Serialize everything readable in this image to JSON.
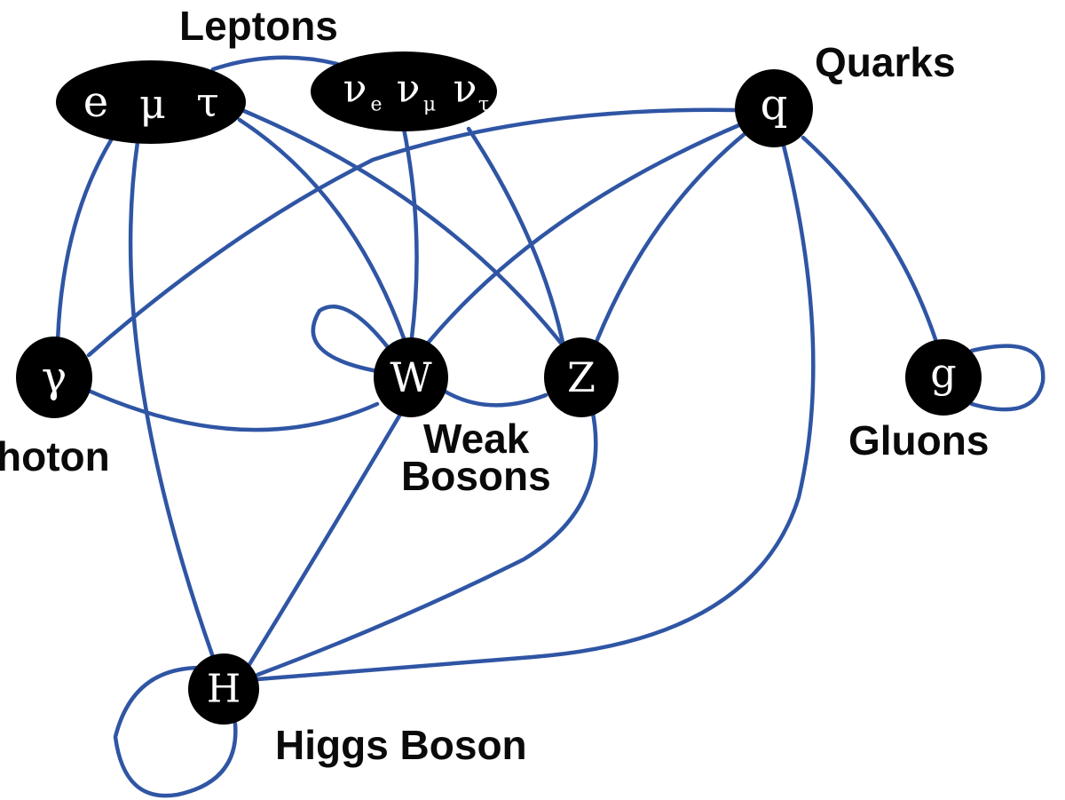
{
  "diagram": {
    "edge_color": "#2f55a4",
    "node_color": "#000000",
    "nodes": [
      {
        "id": "charged-leptons",
        "symbols": [
          "e",
          "μ",
          "τ"
        ]
      },
      {
        "id": "neutrinos",
        "symbols": [
          "ν",
          "e",
          "ν",
          "μ",
          "ν",
          "τ"
        ]
      },
      {
        "id": "quark",
        "symbol": "q"
      },
      {
        "id": "photon",
        "symbol": "γ"
      },
      {
        "id": "w",
        "symbol": "W"
      },
      {
        "id": "z",
        "symbol": "Z"
      },
      {
        "id": "gluon",
        "symbol": "g"
      },
      {
        "id": "higgs",
        "symbol": "H"
      }
    ],
    "labels": {
      "leptons": "Leptons",
      "quarks": "Quarks",
      "photon": "hoton",
      "weak1": "Weak",
      "weak2": "Bosons",
      "gluons": "Gluons",
      "higgs": "Higgs Boson"
    },
    "edges": [
      [
        "charged-leptons",
        "neutrinos"
      ],
      [
        "charged-leptons",
        "photon"
      ],
      [
        "charged-leptons",
        "higgs"
      ],
      [
        "charged-leptons",
        "w"
      ],
      [
        "charged-leptons",
        "z"
      ],
      [
        "neutrinos",
        "w"
      ],
      [
        "neutrinos",
        "z"
      ],
      [
        "quark",
        "photon"
      ],
      [
        "quark",
        "w"
      ],
      [
        "quark",
        "z"
      ],
      [
        "quark",
        "gluon"
      ],
      [
        "quark",
        "higgs"
      ],
      [
        "photon",
        "w"
      ],
      [
        "w",
        "w"
      ],
      [
        "w",
        "z"
      ],
      [
        "w",
        "higgs"
      ],
      [
        "z",
        "higgs"
      ],
      [
        "gluon",
        "gluon"
      ],
      [
        "higgs",
        "higgs"
      ]
    ]
  }
}
